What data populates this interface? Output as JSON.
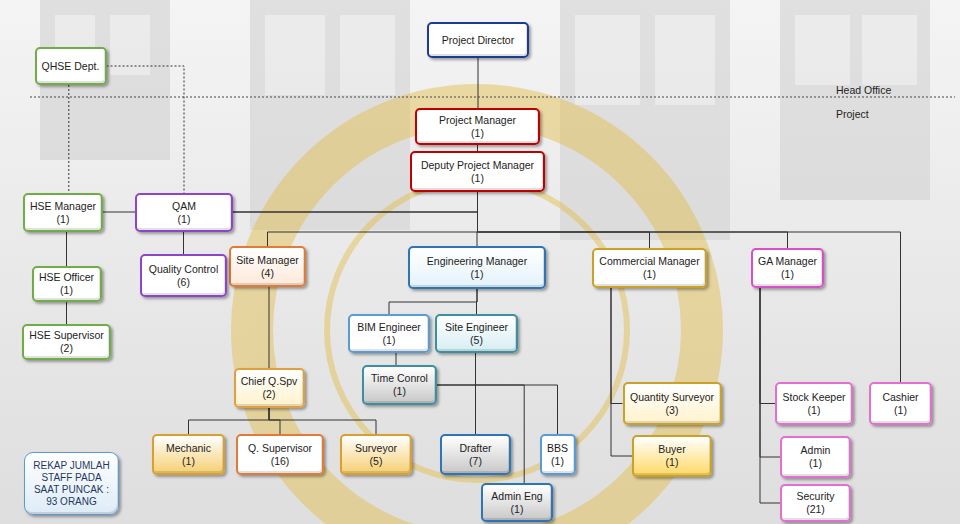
{
  "diagram": {
    "nodes": [
      {
        "text": [
          "Project Director"
        ]
      },
      {
        "text": [
          "QHSE Dept."
        ]
      },
      {
        "text": [
          "Project Manager",
          "(1)"
        ]
      },
      {
        "text": [
          "Deputy Project Manager",
          "(1)"
        ]
      },
      {
        "text": [
          "HSE Manager",
          "(1)"
        ]
      },
      {
        "text": [
          "QAM",
          "(1)"
        ]
      },
      {
        "text": [
          "Site Manager",
          "(4)"
        ]
      },
      {
        "text": [
          "Engineering Manager",
          "(1)"
        ]
      },
      {
        "text": [
          "Commercial Manager",
          "(1)"
        ]
      },
      {
        "text": [
          "GA Manager",
          "(1)"
        ]
      },
      {
        "text": [
          "Quality Control",
          "(6)"
        ]
      },
      {
        "text": [
          "HSE Officer",
          "(1)"
        ]
      },
      {
        "text": [
          "BIM Engineer",
          "(1)"
        ]
      },
      {
        "text": [
          "Site Engineer",
          "(5)"
        ]
      },
      {
        "text": [
          "HSE Supervisor",
          "(2)"
        ]
      },
      {
        "text": [
          "Time Conrol",
          "(1)"
        ]
      },
      {
        "text": [
          "Chief Q.Spv",
          "(2)"
        ]
      },
      {
        "text": [
          "Quantity Surveyor",
          "(3)"
        ]
      },
      {
        "text": [
          "Stock Keeper",
          "(1)"
        ]
      },
      {
        "text": [
          "Cashier",
          "(1)"
        ]
      },
      {
        "text": [
          "Mechanic",
          "(1)"
        ]
      },
      {
        "text": [
          "Q. Supervisor",
          "(16)"
        ]
      },
      {
        "text": [
          "Surveyor",
          "(5)"
        ]
      },
      {
        "text": [
          "Drafter",
          "(7)"
        ]
      },
      {
        "text": [
          "BBS",
          "(1)"
        ]
      },
      {
        "text": [
          "Buyer",
          "(1)"
        ]
      },
      {
        "text": [
          "Admin",
          "(1)"
        ]
      },
      {
        "text": [
          "REKAP JUMLAH STAFF PADA SAAT PUNCAK : 93 ORANG"
        ]
      },
      {
        "text": [
          "Admin Eng",
          "(1)"
        ]
      },
      {
        "text": [
          "Security",
          "(21)"
        ]
      }
    ],
    "edges": [
      {
        "from": 0,
        "to": 2,
        "arrow": "none"
      },
      {
        "from": 1,
        "to": 4,
        "arrow": "none"
      },
      {
        "from": 1,
        "to": 5,
        "arrow": "none"
      },
      {
        "from": 2,
        "to": 3,
        "arrow": "none"
      },
      {
        "from": 3,
        "to": 4,
        "arrow": "none"
      },
      {
        "from": 3,
        "to": 5,
        "arrow": "none"
      },
      {
        "from": 3,
        "to": 6,
        "arrow": "none"
      },
      {
        "from": 3,
        "to": 7,
        "arrow": "none"
      },
      {
        "from": 3,
        "to": 8,
        "arrow": "none"
      },
      {
        "from": 3,
        "to": 9,
        "arrow": "none"
      },
      {
        "from": 3,
        "to": 19,
        "arrow": "none"
      },
      {
        "from": 4,
        "to": 11,
        "arrow": "none"
      },
      {
        "from": 11,
        "to": 14,
        "arrow": "none"
      },
      {
        "from": 5,
        "to": 10,
        "arrow": "none"
      },
      {
        "from": 6,
        "to": 16,
        "arrow": "none"
      },
      {
        "from": 7,
        "to": 12,
        "arrow": "none"
      },
      {
        "from": 7,
        "to": 13,
        "arrow": "none"
      },
      {
        "from": 12,
        "to": 15,
        "arrow": "none"
      },
      {
        "from": 13,
        "to": 23,
        "arrow": "none"
      },
      {
        "from": 15,
        "to": 24,
        "arrow": "none"
      },
      {
        "from": 15,
        "to": 28,
        "arrow": "none"
      },
      {
        "from": 16,
        "to": 20,
        "arrow": "none"
      },
      {
        "from": 16,
        "to": 21,
        "arrow": "none"
      },
      {
        "from": 16,
        "to": 22,
        "arrow": "none"
      },
      {
        "from": 8,
        "to": 17,
        "arrow": "none"
      },
      {
        "from": 8,
        "to": 25,
        "arrow": "none"
      },
      {
        "from": 9,
        "to": 18,
        "arrow": "none"
      },
      {
        "from": 9,
        "to": 26,
        "arrow": "none"
      },
      {
        "from": 9,
        "to": 29,
        "arrow": "none"
      }
    ],
    "labels": [
      "Head Office",
      "Project"
    ]
  }
}
